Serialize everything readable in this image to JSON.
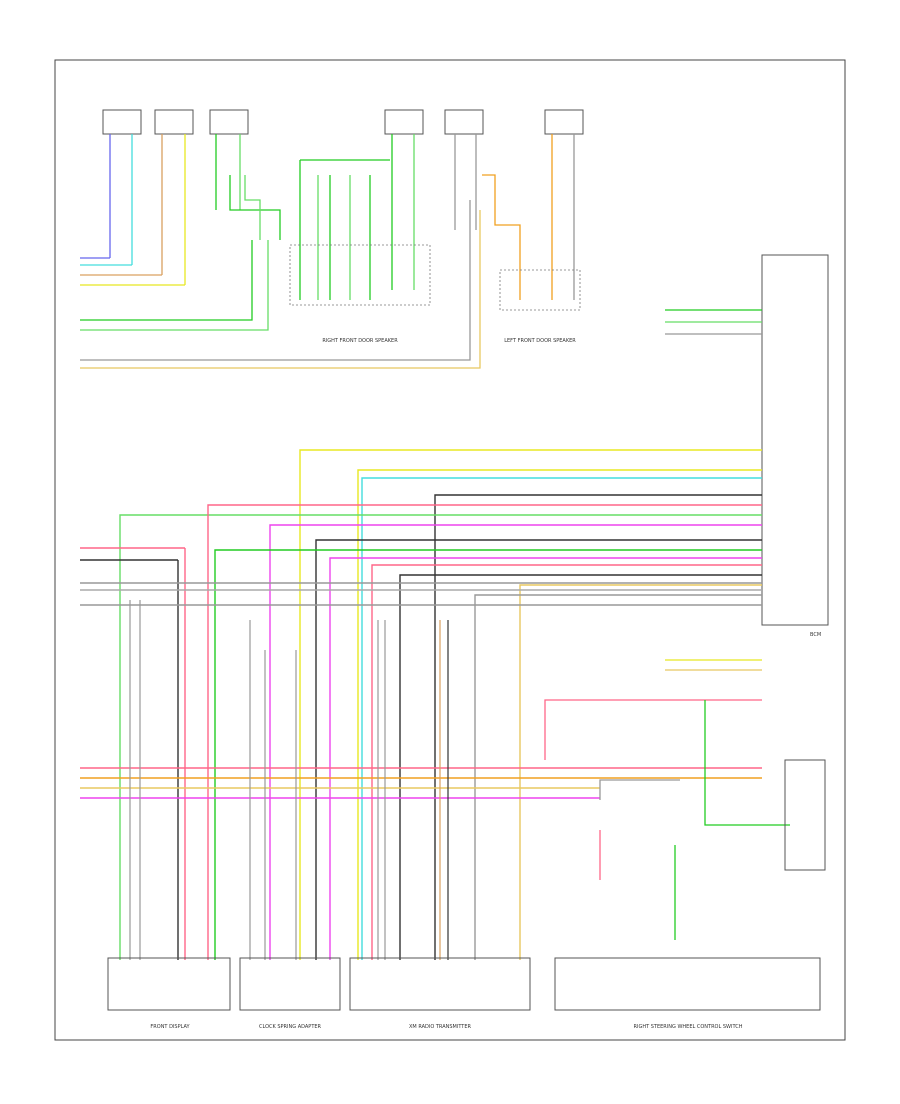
{
  "diagram": {
    "doc_id": "",
    "notes": [
      "",
      ""
    ],
    "module_labels": [
      "FRONT DISPLAY",
      "CLOCK SPRING ADAPTER",
      "XM RADIO TRANSMITTER"
    ],
    "bottom_right_label": "RIGHT STEERING WHEEL CONTROL SWITCH",
    "splice_labels": [
      "RIGHT FRONT DOOR SPEAKER",
      "LEFT FRONT DOOR SPEAKER"
    ],
    "bcm_label": "BCM",
    "wire_colors": {
      "green": "#22cc22",
      "light_green": "#66dd66",
      "yellow": "#e8e822",
      "orange": "#f0a020",
      "pink": "#ff6688",
      "magenta": "#ee44ee",
      "cyan": "#44dddd",
      "blue": "#6666ee",
      "gray": "#999999",
      "dark": "#333333",
      "tan": "#d9a060",
      "red": "#ee3344"
    }
  }
}
